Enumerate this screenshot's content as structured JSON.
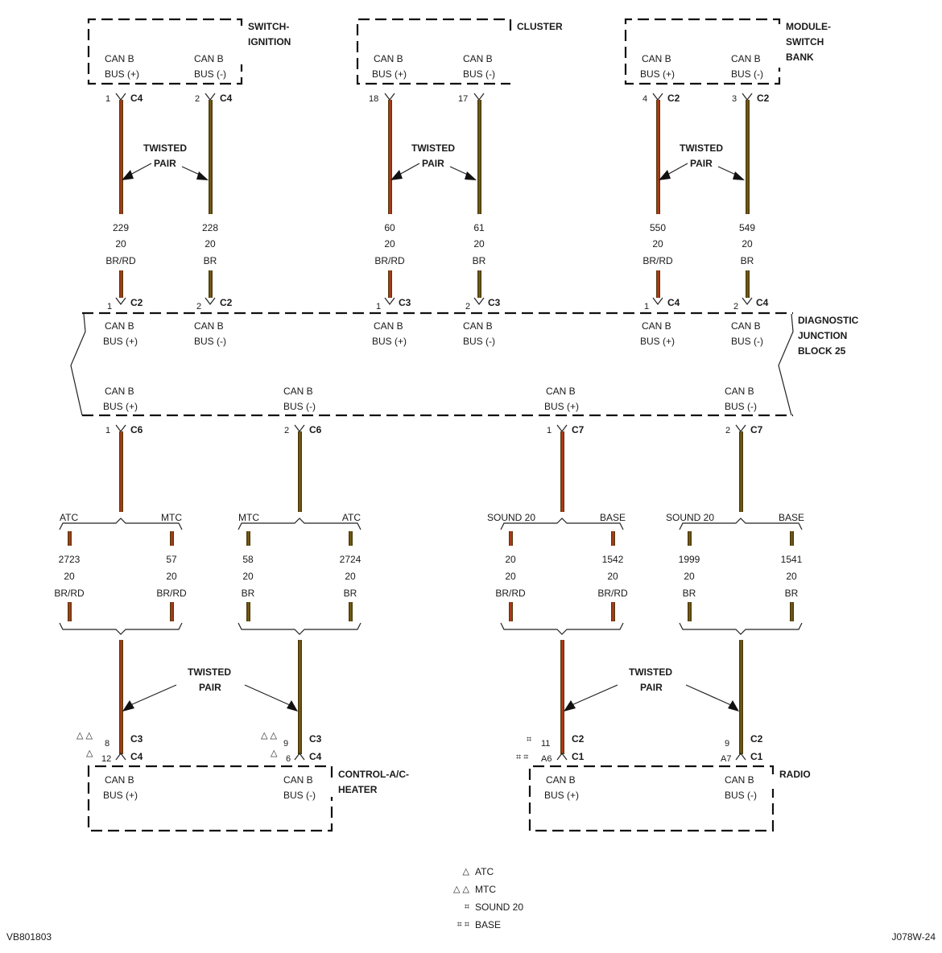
{
  "colors": {
    "br_rd_core": "#b5361c",
    "br_core": "#6b5012",
    "wire_outline": "#5a3a0e",
    "line": "#111111"
  },
  "modules": {
    "switch_ignition": {
      "name_line1": "SWITCH-",
      "name_line2": "IGNITION",
      "pin_a_l1": "CAN B",
      "pin_a_l2": "BUS (+)",
      "pin_b_l1": "CAN B",
      "pin_b_l2": "BUS (-)"
    },
    "cluster": {
      "name_line1": "CLUSTER",
      "pin_a_l1": "CAN B",
      "pin_a_l2": "BUS (+)",
      "pin_b_l1": "CAN B",
      "pin_b_l2": "BUS (-)"
    },
    "module_switch_bank": {
      "name_line1": "MODULE-",
      "name_line2": "SWITCH",
      "name_line3": "BANK",
      "pin_a_l1": "CAN B",
      "pin_a_l2": "BUS (+)",
      "pin_b_l1": "CAN B",
      "pin_b_l2": "BUS (-)"
    },
    "djb": {
      "name_line1": "DIAGNOSTIC",
      "name_line2": "JUNCTION",
      "name_line3": "BLOCK 25"
    },
    "control_ac_heater": {
      "name_line1": "CONTROL-A/C-",
      "name_line2": "HEATER",
      "pin_a_l1": "CAN B",
      "pin_a_l2": "BUS (+)",
      "pin_b_l1": "CAN B",
      "pin_b_l2": "BUS (-)"
    },
    "radio": {
      "name_line1": "RADIO",
      "pin_a_l1": "CAN B",
      "pin_a_l2": "BUS (+)",
      "pin_b_l1": "CAN B",
      "pin_b_l2": "BUS (-)"
    }
  },
  "twisted_pair": {
    "line1": "TWISTED",
    "line2": "PAIR"
  },
  "top_wires": [
    {
      "module_pin": "1",
      "module_conn": "C4",
      "circuit": "229",
      "gauge": "20",
      "color": "BR/RD",
      "djb_pin": "1",
      "djb_conn": "C2",
      "djb_l1": "CAN B",
      "djb_l2": "BUS (+)"
    },
    {
      "module_pin": "2",
      "module_conn": "C4",
      "circuit": "228",
      "gauge": "20",
      "color": "BR",
      "djb_pin": "2",
      "djb_conn": "C2",
      "djb_l1": "CAN B",
      "djb_l2": "BUS (-)"
    },
    {
      "module_pin": "18",
      "module_conn": "",
      "circuit": "60",
      "gauge": "20",
      "color": "BR/RD",
      "djb_pin": "1",
      "djb_conn": "C3",
      "djb_l1": "CAN B",
      "djb_l2": "BUS (+)"
    },
    {
      "module_pin": "17",
      "module_conn": "",
      "circuit": "61",
      "gauge": "20",
      "color": "BR",
      "djb_pin": "2",
      "djb_conn": "C3",
      "djb_l1": "CAN B",
      "djb_l2": "BUS (-)"
    },
    {
      "module_pin": "4",
      "module_conn": "C2",
      "circuit": "550",
      "gauge": "20",
      "color": "BR/RD",
      "djb_pin": "1",
      "djb_conn": "C4",
      "djb_l1": "CAN B",
      "djb_l2": "BUS (+)"
    },
    {
      "module_pin": "3",
      "module_conn": "C2",
      "circuit": "549",
      "gauge": "20",
      "color": "BR",
      "djb_pin": "2",
      "djb_conn": "C4",
      "djb_l1": "CAN B",
      "djb_l2": "BUS (-)"
    }
  ],
  "djb_bottom_pins": [
    {
      "l1": "CAN B",
      "l2": "BUS (+)",
      "pin": "1",
      "conn": "C6"
    },
    {
      "l1": "CAN B",
      "l2": "BUS (-)",
      "pin": "2",
      "conn": "C6"
    },
    {
      "l1": "CAN B",
      "l2": "BUS (+)",
      "pin": "1",
      "conn": "C7"
    },
    {
      "l1": "CAN B",
      "l2": "BUS (-)",
      "pin": "2",
      "conn": "C7"
    }
  ],
  "splits": [
    {
      "left_opt": "ATC",
      "right_opt": "MTC",
      "left_circuit": "2723",
      "left_gauge": "20",
      "left_color": "BR/RD",
      "right_circuit": "57",
      "right_gauge": "20",
      "right_color": "BR/RD"
    },
    {
      "left_opt": "MTC",
      "right_opt": "ATC",
      "left_circuit": "58",
      "left_gauge": "20",
      "left_color": "BR",
      "right_circuit": "2724",
      "right_gauge": "20",
      "right_color": "BR"
    },
    {
      "left_opt": "SOUND 20",
      "right_opt": "BASE",
      "left_circuit": "20",
      "left_gauge": "20",
      "left_color": "BR/RD",
      "right_circuit": "1542",
      "right_gauge": "20",
      "right_color": "BR/RD"
    },
    {
      "left_opt": "SOUND 20",
      "right_opt": "BASE",
      "left_circuit": "1999",
      "left_gauge": "20",
      "left_color": "BR",
      "right_circuit": "1541",
      "right_gauge": "20",
      "right_color": "BR"
    }
  ],
  "bottom_pins": [
    {
      "pin_upper": "8",
      "conn_upper": "C3",
      "pin_lower": "12",
      "conn_lower": "C4"
    },
    {
      "pin_upper": "9",
      "conn_upper": "C3",
      "pin_lower": "6",
      "conn_lower": "C4"
    },
    {
      "pin_upper": "11",
      "conn_upper": "C2",
      "pin_lower": "A6",
      "conn_lower": "C1"
    },
    {
      "pin_upper": "9",
      "conn_upper": "C2",
      "pin_lower": "A7",
      "conn_lower": "C1"
    }
  ],
  "legend": [
    {
      "symbol": "△",
      "label": "ATC"
    },
    {
      "symbol": "△ △",
      "label": "MTC"
    },
    {
      "symbol": "⌗",
      "label": "SOUND 20"
    },
    {
      "symbol": "⌗ ⌗",
      "label": "BASE"
    }
  ],
  "footer": {
    "left_code": "VB801803",
    "right_code": "J078W-24"
  }
}
